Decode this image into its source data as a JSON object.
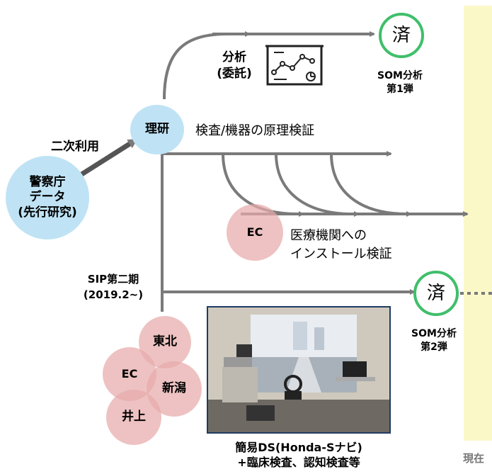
{
  "nodes": {
    "riken": "理研",
    "police_line1": "警察庁",
    "police_line2": "データ",
    "police_line3": "(先行研究)",
    "ec_mid": "EC",
    "tohoku": "東北",
    "ec_low": "EC",
    "niigata": "新潟",
    "inoue": "井上",
    "done_mark_1": "済",
    "done_mark_2": "済"
  },
  "labels": {
    "secondary_use": "二次利用",
    "analysis_line1": "分析",
    "analysis_line2": "(委託)",
    "som1_line1": "SOM分析",
    "som1_line2": "第1弾",
    "principle_verification": "検査/機器の原理検証",
    "install_line1": "医療機関への",
    "install_line2": "インストール検証",
    "sip_line1": "SIP第二期",
    "sip_line2": "(2019.2~)",
    "som2_line1": "SOM分析",
    "som2_line2": "第2弾",
    "ds_line1": "簡易DS(Honda-Sナビ)",
    "ds_line2": "+臨床検査、認知検査等",
    "current": "現在"
  },
  "colors": {
    "blue_circle": "#bfe3f5",
    "pink_circle": "#e8aaaa",
    "done_ring": "#3fbf6a",
    "arrow": "#7a7a7a",
    "current_bar": "#fbf8c8"
  },
  "icons": [
    "chart-board-icon",
    "driving-simulator-photo"
  ]
}
